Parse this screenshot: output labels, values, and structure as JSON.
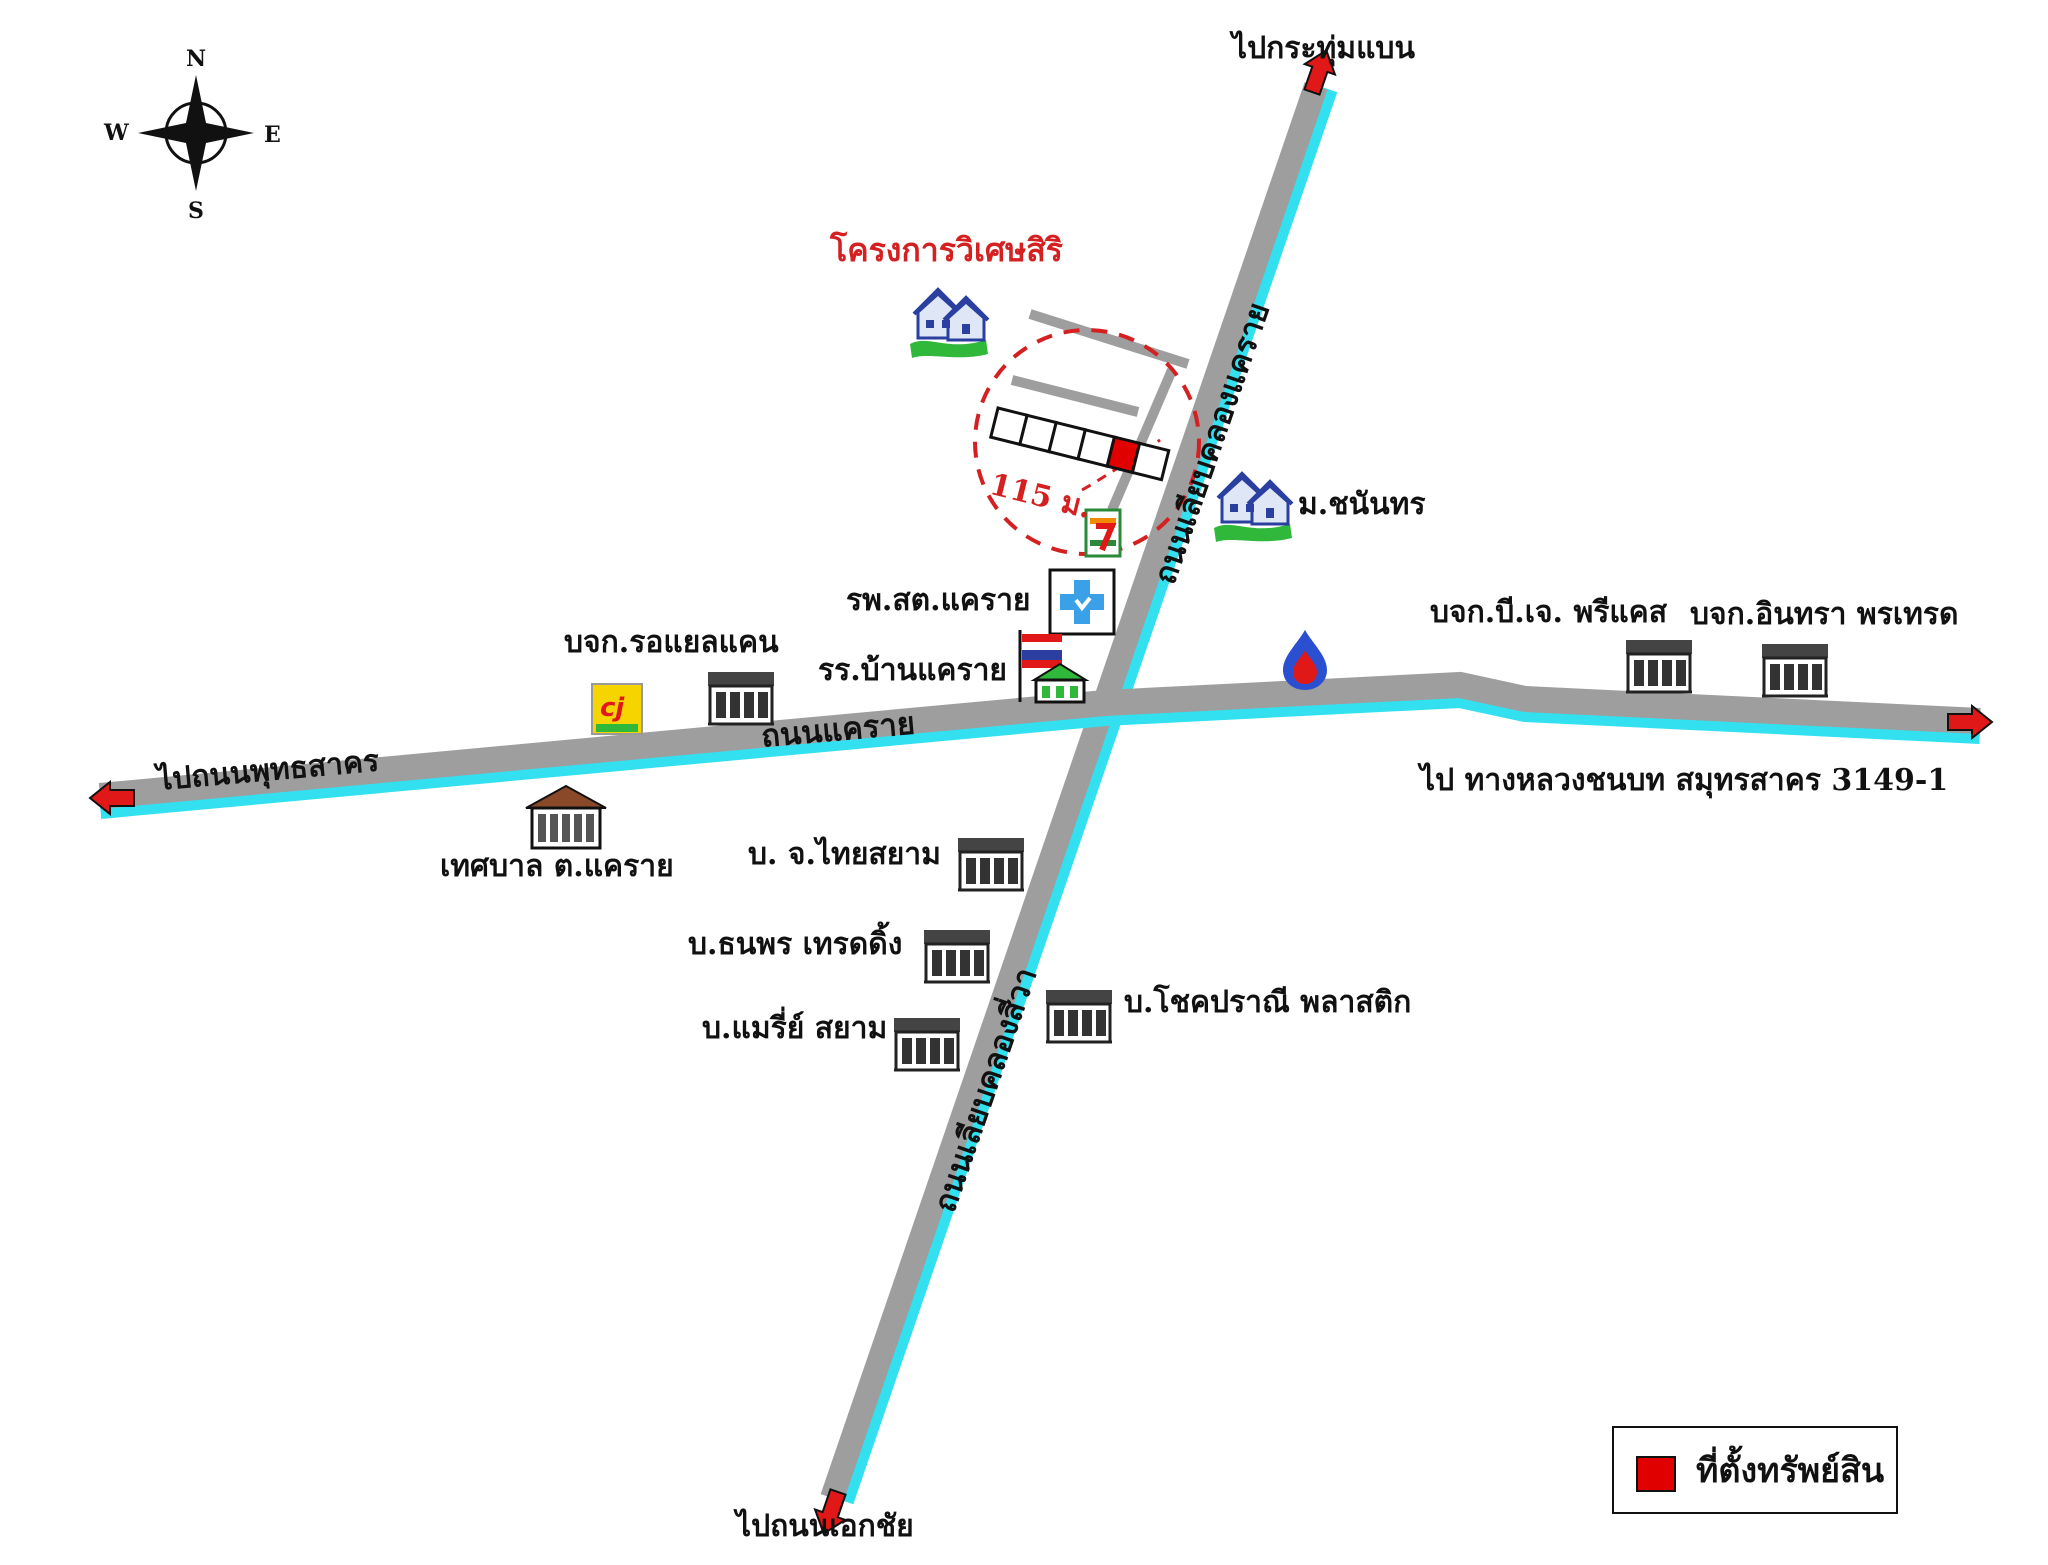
{
  "map": {
    "compass": {
      "north": "N",
      "south": "S",
      "east": "E",
      "west": "W"
    },
    "project": {
      "label": "โครงการวิเศษสิริ"
    },
    "distance_label": "115 ม.",
    "roads": {
      "main_road": "ถนนแคราย",
      "north_south_north": "ถนนเลียบคลองแคราย",
      "north_south_south": "ถนนเลียบคลองสี่วา"
    },
    "destinations": {
      "north": "ไปกระทุ่มแบน",
      "south": "ไปถนนเอกชัย",
      "west": "ไปถนนพุทธสาคร",
      "east": "ไป ทางหลวงชนบท สมุทรสาคร 3149-1"
    },
    "places": {
      "village": "ม.ชนันทร",
      "health_center": "รพ.สต.แคราย",
      "school": "รร.บ้านแคราย",
      "royal_can": "บจก.รอแยลแคน",
      "municipality": "เทศบาล ต.แคราย",
      "bj_precast": "บจก.บี.เจ. พรีแคส",
      "intra_trade": "บจก.อินทรา พรเทรด",
      "thai_siam": "บ. จ.ไทยสยาม",
      "thanaporn": "บ.ธนพร เทรดดิ้ง",
      "marie_siam": "บ.แมรี่ย์ สยาม",
      "chokprani": "บ.โชคปราณี พลาสติก"
    },
    "legend": {
      "label": "ที่ตั้งทรัพย์สิน",
      "color": "#e00000"
    },
    "colors": {
      "road": "#9e9e9e",
      "road_edge": "#33e0f0",
      "arrow": "#e01818",
      "label_red": "#d42020"
    },
    "icons": [
      "compass-icon",
      "house-icon",
      "seven-eleven-icon",
      "hospital-cross-icon",
      "school-flag-icon",
      "cj-store-icon",
      "factory-icon",
      "municipal-building-icon",
      "ptt-gas-drop-icon",
      "direction-arrow-icon"
    ]
  }
}
